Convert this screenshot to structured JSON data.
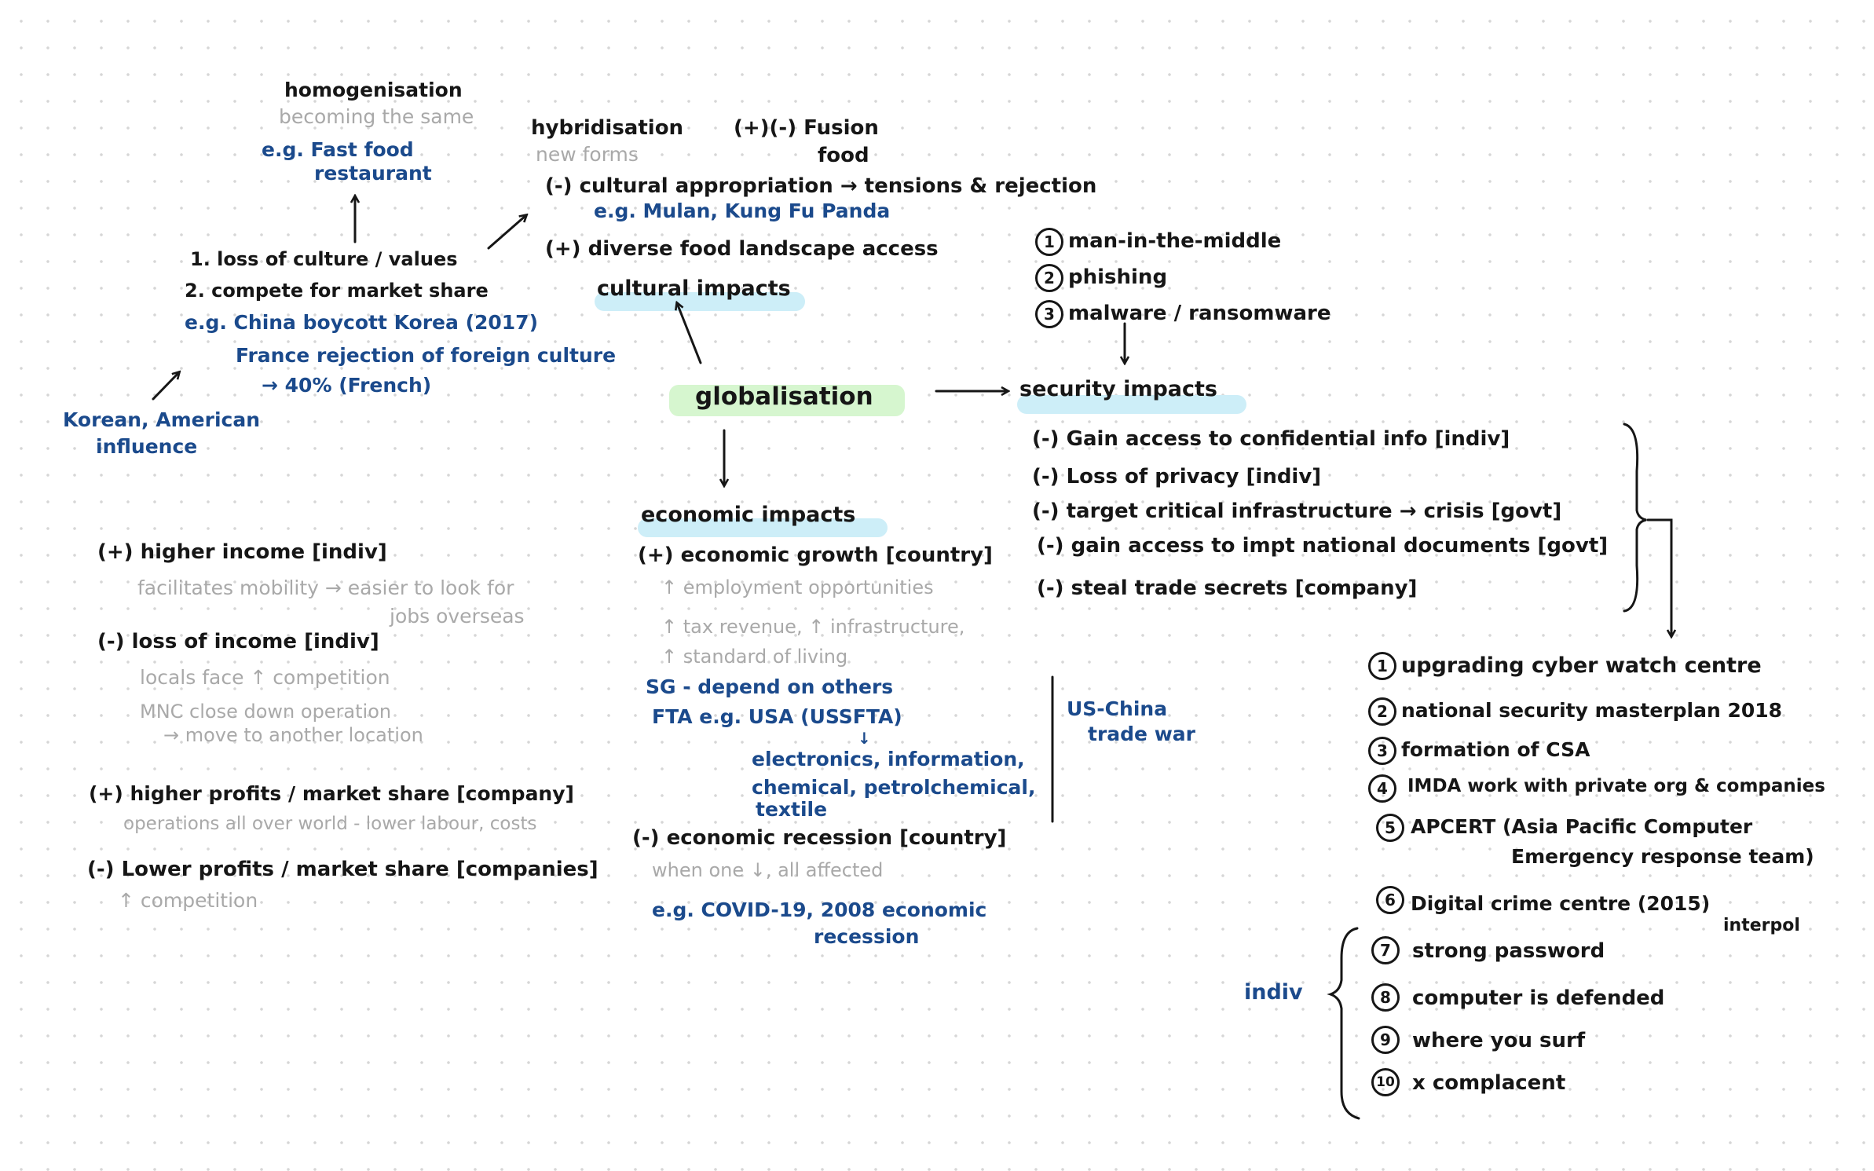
{
  "center": "globalisation",
  "cultural": {
    "header": "cultural impacts",
    "homogenisation": {
      "title": "homogenisation",
      "meaning": "becoming the same",
      "example1": "e.g. Fast food",
      "example2": "restaurant"
    },
    "hybridisation": {
      "title": "hybridisation",
      "meaning": "new forms",
      "fusion1": "(+)(-) Fusion",
      "fusion2": "food"
    },
    "appropriation": "(-) cultural appropriation → tensions & rejection",
    "appropriation_example": "e.g. Mulan, Kung Fu Panda",
    "diverse_food": "(+) diverse food landscape access",
    "loss_culture": "1. loss of culture / values",
    "compete": "2. compete for market share",
    "example_china": "e.g. China boycott Korea (2017)",
    "example_france": "France rejection of foreign culture",
    "example_france2": "→ 40% (French)",
    "influence1": "Korean, American",
    "influence2": "influence"
  },
  "economic": {
    "header": "economic impacts",
    "growth": "(+) economic growth [country]",
    "employment": "↑ employment opportunities",
    "tax": "↑ tax revenue, ↑ infrastructure,",
    "standard": "↑ standard of living",
    "sg": "SG - depend on others",
    "fta": "FTA  e.g. USA (USSFTA)",
    "fta_arrow": "↓",
    "sectors1": "electronics, information,",
    "sectors2": "chemical, petrolchemical,",
    "sectors3": "textile",
    "trade1": "US-China",
    "trade2": "trade war",
    "recession": "(-) economic recession [country]",
    "when_one": "when one ↓, all affected",
    "recession_example1": "e.g. COVID-19, 2008 economic",
    "recession_example2": "recession",
    "higher_income": "(+) higher income [indiv]",
    "facilitates1": "facilitates mobility → easier to look for",
    "facilitates2": "jobs overseas",
    "loss_income": "(-) loss of income [indiv]",
    "locals": "locals face ↑ competition",
    "mnc1": "MNC close down operation",
    "mnc2": "→ move to another location",
    "higher_profits": "(+) higher profits / market share [company]",
    "operations": "operations all over world - lower labour, costs",
    "lower_profits": "(-) Lower profits / market share [companies]",
    "competition": "↑ competition"
  },
  "security": {
    "header": "security impacts",
    "threats": [
      {
        "n": "1",
        "text": "man-in-the-middle"
      },
      {
        "n": "2",
        "text": "phishing"
      },
      {
        "n": "3",
        "text": "malware / ransomware"
      }
    ],
    "impacts": [
      "(-) Gain access to confidential info [indiv]",
      "(-) Loss of privacy [indiv]",
      "(-) target critical infrastructure → crisis [govt]",
      "(-) gain access to impt national documents [govt]",
      "(-) steal trade secrets [company]"
    ],
    "measures": [
      {
        "n": "1",
        "text": "upgrading cyber watch centre"
      },
      {
        "n": "2",
        "text": "national security masterplan 2018"
      },
      {
        "n": "3",
        "text": "formation of CSA"
      },
      {
        "n": "4",
        "text": "IMDA work with private org & companies"
      },
      {
        "n": "5",
        "text": "APCERT (Asia Pacific Computer"
      },
      {
        "n": "6",
        "text": "Digital crime centre (2015)"
      },
      {
        "n": "7",
        "text": "strong password"
      },
      {
        "n": "8",
        "text": "computer is defended"
      },
      {
        "n": "9",
        "text": "where you surf"
      },
      {
        "n": "10",
        "text": "x complacent"
      }
    ],
    "apcert_cont": "Emergency response team)",
    "interpol": "interpol",
    "indiv": "indiv"
  },
  "colors": {
    "ink": "#161616",
    "blue": "#1b4a8c",
    "grey": "#a9a9a9",
    "blue_highlight": "#cdeef8",
    "green_highlight": "#d6f6cf"
  }
}
